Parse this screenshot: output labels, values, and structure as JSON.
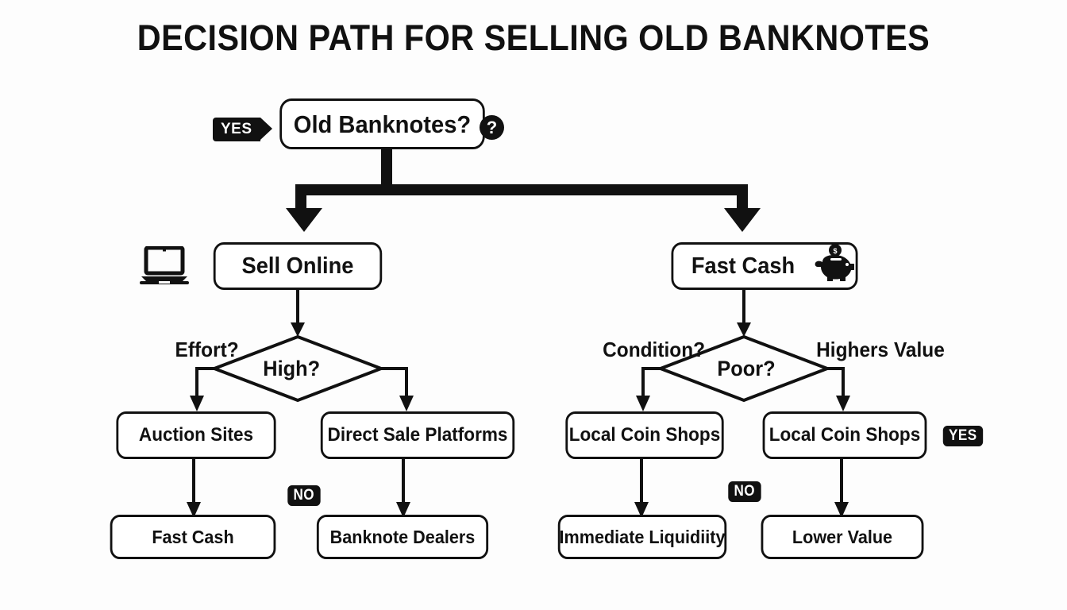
{
  "page": {
    "title": "DECISION PATH FOR SELLING OLD BANKNOTES",
    "background_color": "#fdfdfd",
    "ink_color": "#111111"
  },
  "nodes": {
    "root": {
      "label": "Old Banknotes?",
      "icon": "question-mark-icon"
    },
    "left_branch": {
      "label": "Sell Online",
      "icon": "laptop-icon"
    },
    "right_branch": {
      "label": "Fast Cash",
      "icon": "piggy-bank-icon"
    },
    "left_decision": {
      "label": "High?"
    },
    "right_decision": {
      "label": "Poor?"
    },
    "left_option_a": {
      "label": "Auction Sites"
    },
    "left_option_b": {
      "label": "Direct Sale Platforms"
    },
    "right_option_a": {
      "label": "Local Coin Shops"
    },
    "right_option_b": {
      "label": "Local  Coin Shops"
    },
    "left_outcome_a": {
      "label": "Fast Cash"
    },
    "left_outcome_b": {
      "label": "Banknote Dealers"
    },
    "right_outcome_a": {
      "label": "Immediate Liquidiity"
    },
    "right_outcome_b": {
      "label": "Lower Value"
    }
  },
  "labels": {
    "effort": "Effort?",
    "condition": "Condition?",
    "highers_value": "Highers Value"
  },
  "badges": {
    "root_yes": "YES",
    "right_yes": "YES",
    "left_no": "NO",
    "right_no": "NO"
  }
}
